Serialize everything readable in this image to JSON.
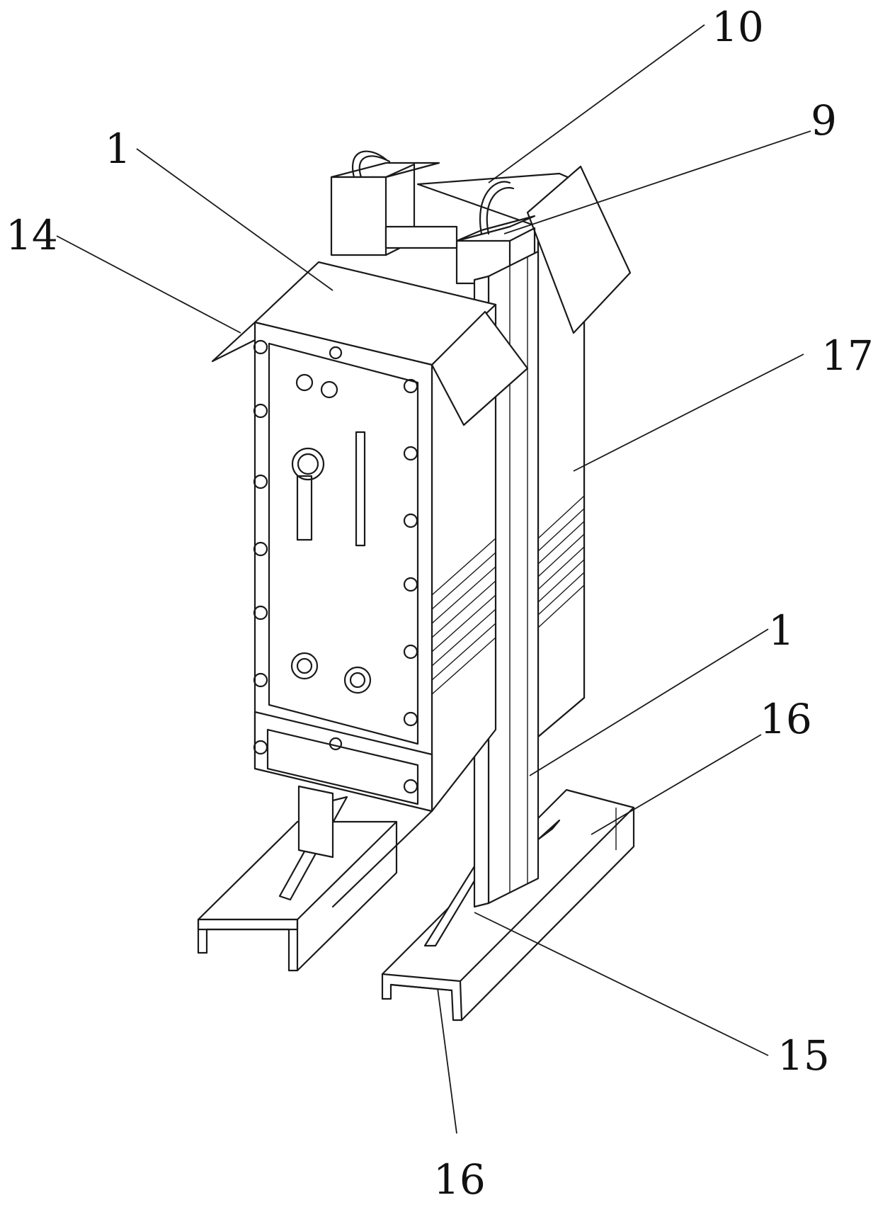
{
  "figure": {
    "callouts": [
      {
        "id": "c-10",
        "text": "10",
        "target": "handle"
      },
      {
        "id": "c-9",
        "text": "9",
        "target": "handle-block"
      },
      {
        "id": "c-1-top",
        "text": "1",
        "target": "cabinet-housing"
      },
      {
        "id": "c-14",
        "text": "14",
        "target": "rain-cover"
      },
      {
        "id": "c-17",
        "text": "17",
        "target": "heat-sink-fins"
      },
      {
        "id": "c-1-post",
        "text": "1",
        "target": "support-post"
      },
      {
        "id": "c-16-right",
        "text": "16",
        "target": "channel-base"
      },
      {
        "id": "c-15",
        "text": "15",
        "target": "gusset-plate"
      },
      {
        "id": "c-16-bottom",
        "text": "16",
        "target": "channel-base"
      }
    ]
  }
}
